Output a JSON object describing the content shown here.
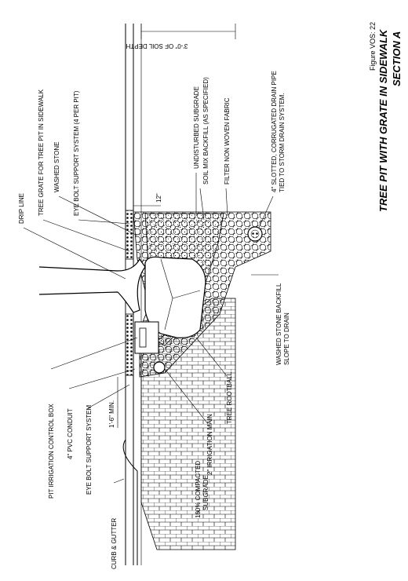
{
  "figure": {
    "number": "Figure VOS: 22",
    "title": "TREE PIT WITH GRATE IN SIDEWALK",
    "subtitle": "SECTION A"
  },
  "dimensions": {
    "soil_depth": "3'-0\" OF SOIL DEPTH",
    "offset": "12\"",
    "min_depth": "1'-6\" MIN."
  },
  "callouts": {
    "drip_line": "DRIP LINE",
    "tree_grate": "TREE GRATE FOR TREE PIT IN SIDEWALK",
    "washed_stone": "WASHED STONE",
    "eye_bolt_support_4": "EYE BOLT SUPPORT SYSTEM (4 PER PIT)",
    "undisturbed_subgrade": "UNDISTURBED SUBGRADE",
    "soil_mix": "SOIL MIX BACKFILL (AS SPECIFIED)",
    "filter_fabric": "FILTER NON WOVEN FABRIC",
    "drain_pipe_1": "4\" SLOTTED, CORRUGATED DRAIN PIPE",
    "drain_pipe_2": "TIED TO STORM DRAIN SYSTEM.",
    "washed_stone_backfill_1": "WASHED STONE BACKFILL",
    "washed_stone_backfill_2": "SLOPE TO DRAIN",
    "tree_rootball": "TREE ROOTBALL",
    "irrigation_main": "2\" IRRIGATION MAIN",
    "compacted_1": "100% COMPACTED",
    "compacted_2": "SUBGRADE",
    "pit_irrigation_box": "PIT IRRIGATION CONTROL BOX",
    "pvc_conduit": "4\" PVC CONDUIT",
    "eye_bolt_support": "EYE BOLT SUPPORT SYSTEM",
    "curb_gutter": "CURB & GUTTER"
  }
}
